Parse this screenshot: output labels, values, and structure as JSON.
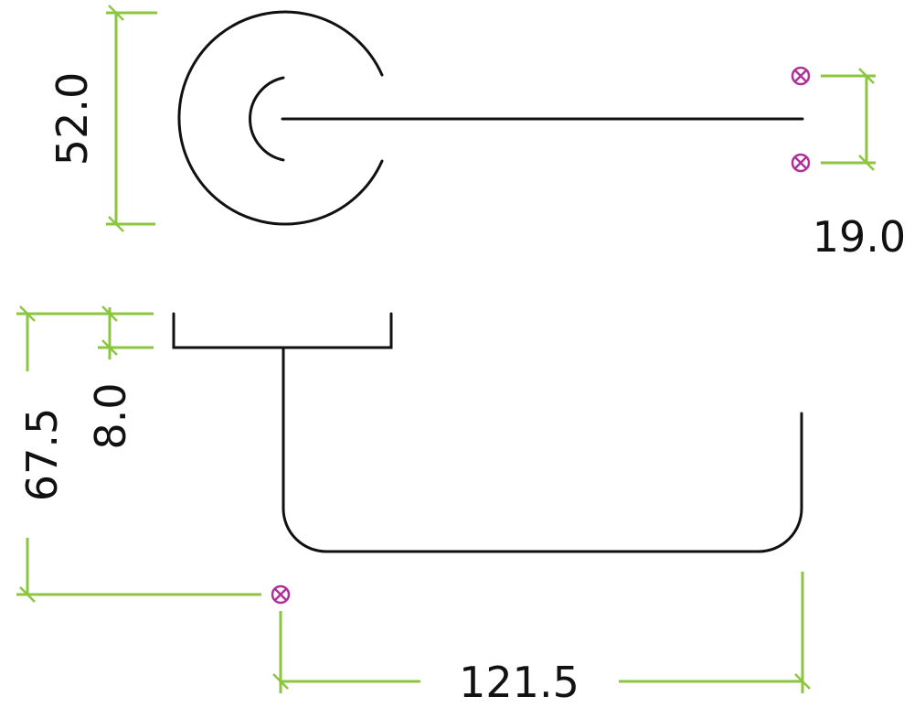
{
  "dimensions": {
    "rose_diameter": "52.0",
    "fixing_spacing": "19.0",
    "projection": "67.5",
    "rose_thickness": "8.0",
    "lever_length": "121.5"
  },
  "colors": {
    "part": "#111111",
    "dimension": "#8cc63f",
    "marker": "#b0309a"
  }
}
